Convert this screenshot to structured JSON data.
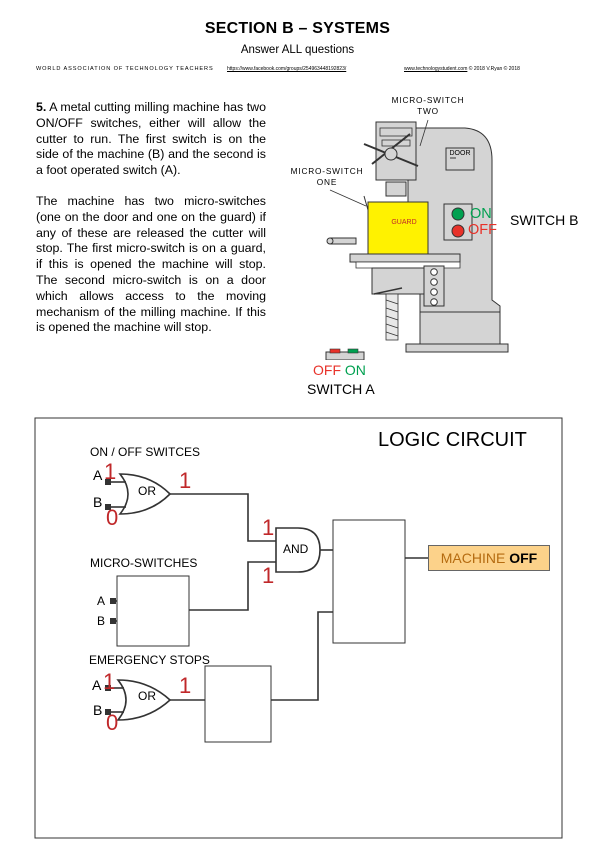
{
  "header": {
    "title": "SECTION B – SYSTEMS",
    "subtitle": "Answer ALL questions",
    "org": "WORLD ASSOCIATION OF TECHNOLOGY TEACHERS",
    "link1": "https://www.facebook.com/groups/254963448192823/",
    "link2_url": "www.technologystudent.com",
    "link2_tail": "© 2018 V.Ryan © 2018"
  },
  "question": {
    "number": "5.",
    "para1": "A metal cutting milling machine has two ON/OFF switches, either will allow the cutter to run. The first switch is on the side of the machine (B) and the second is a foot operated switch (A).",
    "para2": "The machine has two micro-switches (one on the door and one on the guard) if any of these are released the cutter will stop. The first micro-switch is on a guard, if this is opened the machine will stop. The second micro-switch is on a door which allows access to the moving mechanism of the milling machine. If this is opened the machine will stop."
  },
  "machine": {
    "micro_switch_two": [
      "MICRO-SWITCH",
      "TWO"
    ],
    "micro_switch_one": [
      "MICRO-SWITCH",
      "ONE"
    ],
    "door_label": "DOOR",
    "guard_label": "GUARD",
    "switch_b_on": "ON",
    "switch_b_off": "OFF",
    "switch_b_label": "SWITCH B",
    "switch_a_off": "OFF",
    "switch_a_on": "ON",
    "switch_a_label": "SWITCH A",
    "colors": {
      "body": "#d4d4d4",
      "guard": "#fff200",
      "on": "#00a050",
      "off": "#e8322a"
    }
  },
  "logic": {
    "title": "LOGIC CIRCUIT",
    "onoff_heading": "ON / OFF SWITCES",
    "input_a": "A",
    "input_b": "B",
    "onoff_a_value": "1",
    "onoff_b_value": "0",
    "or_label": "OR",
    "or1_output": "1",
    "and_in1": "1",
    "and_label": "AND",
    "and_in2": "1",
    "micro_heading": "MICRO-SWITCHES",
    "micro_a": "A",
    "micro_b": "B",
    "emergency_heading": "EMERGENCY STOPS",
    "emerg_a": "A",
    "emerg_b": "B",
    "emerg_a_value": "1",
    "emerg_b_value": "0",
    "or2_label": "OR",
    "or2_output": "1",
    "machine_label": "MACHINE",
    "machine_state": "OFF",
    "colors": {
      "value": "#c0282a",
      "output_box": "#fcd28a"
    }
  }
}
